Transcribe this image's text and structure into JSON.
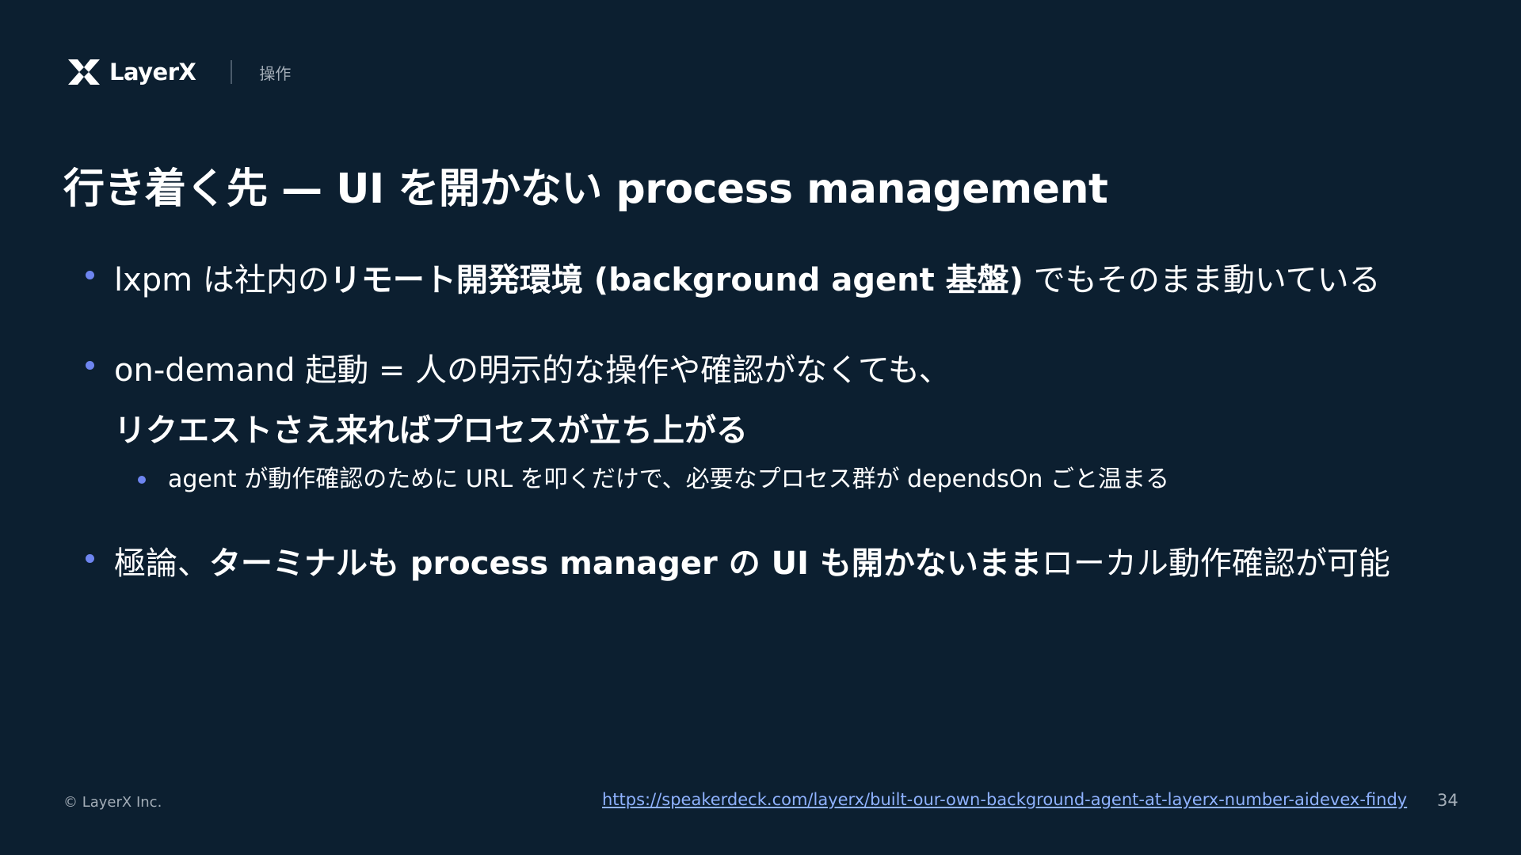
{
  "header": {
    "logo_text": "LayerX",
    "section": "操作"
  },
  "title": "行き着く先 — UI を開かない process management",
  "bullets": [
    {
      "pre": "lxpm は社内の",
      "bold": "リモート開発環境 (background agent 基盤)",
      "post": " でもそのまま動いている"
    },
    {
      "line1": "on-demand 起動 = 人の明示的な操作や確認がなくても、",
      "line2_bold": "リクエストさえ来ればプロセスが立ち上がる",
      "sub": "agent が動作確認のために URL を叩くだけで、必要なプロセス群が dependsOn ごと温まる"
    },
    {
      "pre": "極論、",
      "bold": "ターミナルも process manager の UI も開かないまま",
      "post": "ローカル動作確認が可能"
    }
  ],
  "footer": {
    "copyright": "© LayerX Inc.",
    "link": "https://speakerdeck.com/layerx/built-our-own-background-agent-at-layerx-number-aidevex-findy",
    "page": "34"
  },
  "colors": {
    "background": "#0c1f30",
    "bullet_dot": "#6e85f0",
    "link": "#8fb2ff",
    "muted": "#a3adb7"
  }
}
